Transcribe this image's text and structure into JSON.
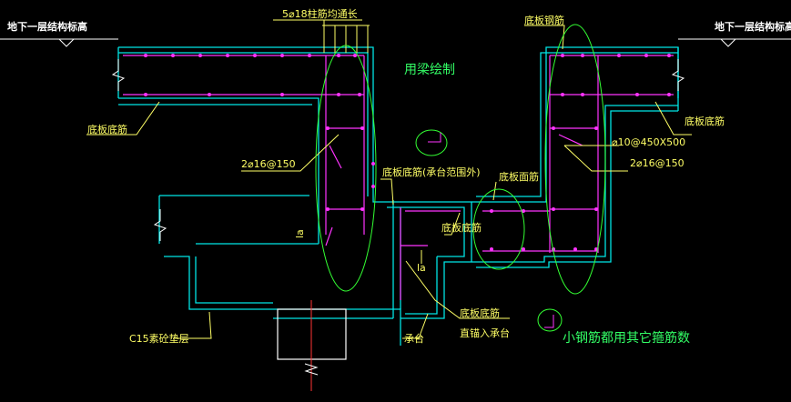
{
  "labels": {
    "level_left": "地下一层结构标高",
    "level_right": "地下一层结构标高",
    "column_bars": "5⌀18柱筋均通长",
    "beam_note": "用梁绘制",
    "slab_bottom_left": "底板底筋",
    "stirrup_left": "2⌀16@150",
    "slab_bottom_outside": "底板底筋(承台范围外)",
    "slab_top": "底板面筋",
    "slab_bottom_mid": "底板底筋",
    "la_left": "la",
    "la_mid": "la",
    "cushion": "C15素砼垫层",
    "pile_cap": "承台",
    "slab_bottom_anchor_1": "底板底筋",
    "slab_bottom_anchor_2": "直锚入承台",
    "slab_rebar_right": "底板钢筋",
    "slab_bottom_right": "底板底筋",
    "stirrup_right_1": "⌀10@450X500",
    "stirrup_right_2": "2⌀16@150",
    "small_rebar_note": "小钢筋都用其它箍筋数"
  },
  "colors": {
    "background": "#000000",
    "structure": "#00e5e5",
    "rebar": "#ff33ff",
    "leader": "#ffff66",
    "highlight": "#33ff33",
    "text_white": "#ffffff",
    "pile_axis": "#ff3333"
  }
}
